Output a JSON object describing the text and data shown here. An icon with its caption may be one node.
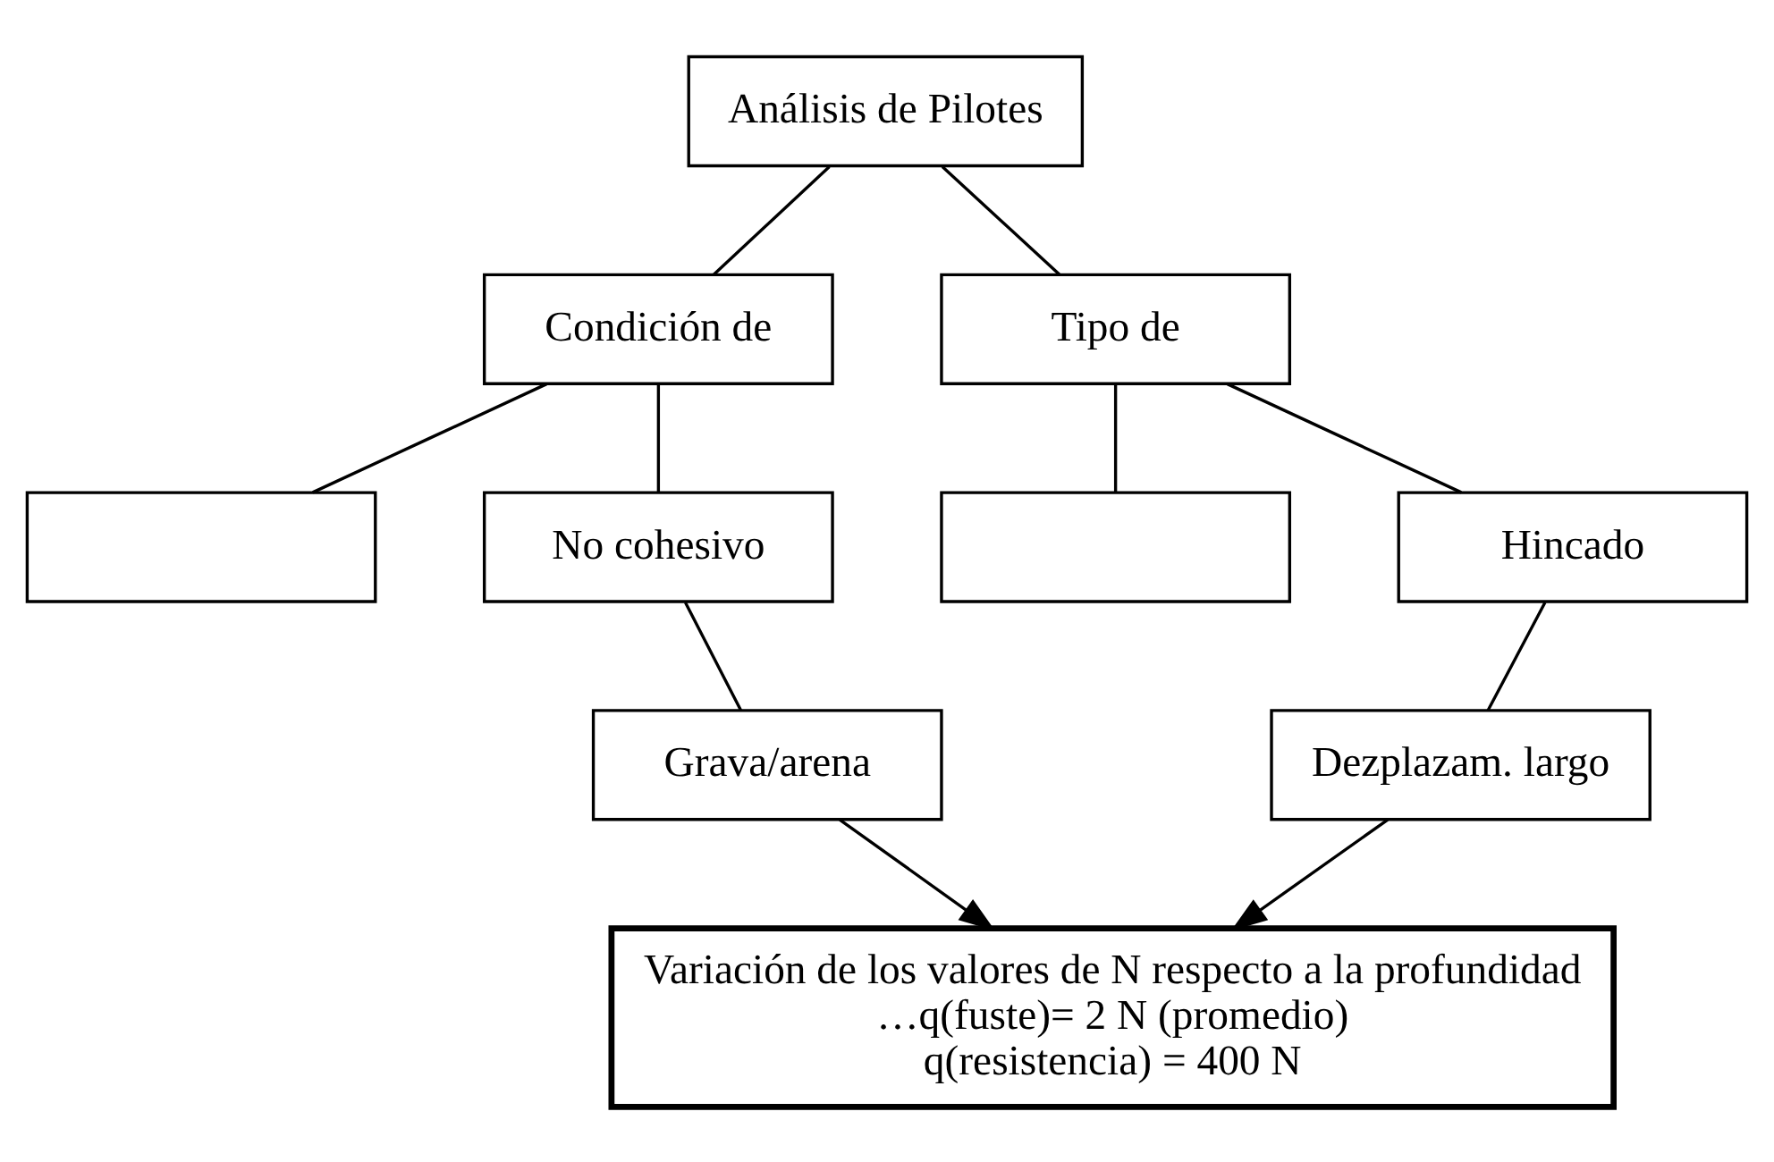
{
  "diagram": {
    "nodes": [
      {
        "text": [
          "Análisis de Pilotes"
        ]
      },
      {
        "text": [
          "Condición de"
        ]
      },
      {
        "text": [
          "Tipo de"
        ]
      },
      {
        "text": [],
        "shape": "box"
      },
      {
        "text": [
          "No cohesivo"
        ]
      },
      {
        "text": [],
        "shape": "box"
      },
      {
        "text": [
          "Hincado"
        ]
      },
      {
        "text": [
          "Grava/arena"
        ]
      },
      {
        "text": [
          "Dezplazam. largo"
        ]
      },
      {
        "text": [
          "Variación de los valores de N respecto a la profundidad",
          "…q(fuste)= 2 N (promedio)",
          "q(resistencia) = 400 N"
        ]
      }
    ],
    "edges": [
      {
        "from": 0,
        "to": 1,
        "arrow": "none"
      },
      {
        "from": 0,
        "to": 2,
        "arrow": "none"
      },
      {
        "from": 1,
        "to": 3,
        "arrow": "none"
      },
      {
        "from": 1,
        "to": 4,
        "arrow": "none"
      },
      {
        "from": 2,
        "to": 5,
        "arrow": "none"
      },
      {
        "from": 2,
        "to": 6,
        "arrow": "none"
      },
      {
        "from": 4,
        "to": 7,
        "arrow": "none"
      },
      {
        "from": 6,
        "to": 8,
        "arrow": "none"
      },
      {
        "from": 7,
        "to": 9,
        "arrow": "to"
      },
      {
        "from": 8,
        "to": 9,
        "arrow": "to"
      }
    ]
  }
}
